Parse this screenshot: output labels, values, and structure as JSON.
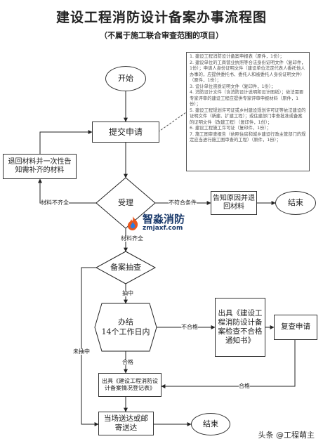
{
  "title": "建设工程消防设计备案办事流程图",
  "subtitle": "（不属于施工联合审查范围的项目）",
  "nodes": {
    "start": "开始",
    "submit": "提交申请",
    "return_materials": "退回材料并一次性告知需补齐的材料",
    "accept": "受理",
    "notify_reason": "告知原因并退回材料",
    "end_top": "结束",
    "spot_check": "备案抽查",
    "process": "办结\n14个工作日内",
    "fail_notice": "出具《建设工程消防设计备案检查不合格通知书》",
    "review_apply": "复查申请",
    "pass_record": "出具《建设工程消防设计备案情况登记表》",
    "deliver": "当场送达或邮寄送达",
    "end_bottom": "结束"
  },
  "edge_labels": {
    "incomplete": "材料不齐全",
    "not_meet": "不符合条件",
    "complete": "材料齐全",
    "sampled": "抽中",
    "not_pass": "不合格",
    "pass": "合格",
    "pass2": "合格",
    "not_sampled": "未抽中"
  },
  "notes": [
    "1. 建设工程消防设计备案申报表（原件，1份）；",
    "2. 建设单位的工商营业执照等合法身份证明文件（复印件，1份）；申请人身份证明文件（建设单位法定代表人委托他人办事的，应提供委托书、委托人和被委托人身份证明文件）（原件，1份）；",
    "3. 设计单位资质证明文件（复印件，1份）；",
    "4. 消防设计文件（含消防设计说明和设计图纸）；依法需要专家评审的建设工程应提供专家评审申报材料（原件，1份）；",
    "5. 建设工程规划许可证或乡村建设规划许可证等依法建设的证明文件（新建、扩建工程）；或住建部门审查批准或备案的证明文件（改建工程）（复印件，1份）；",
    "6. 建设工程施工许可证（复印件，1份）；",
    "7. 施工图审查报告（依照住房和城乡建设行政主管部门的规定应当进行施工图审查的工程）（原件，1份）；"
  ],
  "logo": {
    "name": "智淼消防",
    "url": "zmjaxf.com"
  },
  "watermark": "头条 @工程萌主"
}
